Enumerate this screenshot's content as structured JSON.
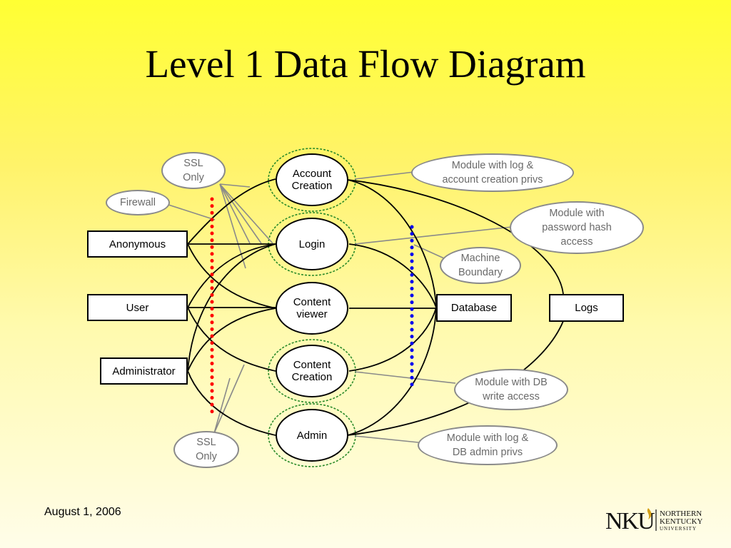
{
  "title": "Level 1 Data Flow Diagram",
  "footer": {
    "date": "August 1, 2006"
  },
  "logo": {
    "monogram": "NKU",
    "line1": "NORTHERN",
    "line2": "KENTUCKY",
    "line3": "UNIVERSITY"
  },
  "entities": {
    "anonymous": "Anonymous",
    "user": "User",
    "administrator": "Administrator",
    "database": "Database",
    "logs": "Logs"
  },
  "processes": {
    "account_creation": "Account\nCreation",
    "login": "Login",
    "content_viewer": "Content\nviewer",
    "content_creation": "Content\nCreation",
    "admin": "Admin"
  },
  "annotations": {
    "ssl_only_top": "SSL\nOnly",
    "firewall": "Firewall",
    "module_log_account": "Module with log &\naccount creation privs",
    "module_password_hash": "Module with\npassword hash\naccess",
    "machine_boundary": "Machine\nBoundary",
    "module_db_write": "Module with DB\nwrite access",
    "module_log_db_admin": "Module with log &\nDB admin privs",
    "ssl_only_bottom": "SSL\nOnly"
  },
  "colors": {
    "firewall_boundary": "#ff0000",
    "machine_boundary": "#0000ee",
    "ssl_ring": "#2a8a2a",
    "flow_line": "#000000",
    "annotation_line": "#8a8a8a"
  }
}
